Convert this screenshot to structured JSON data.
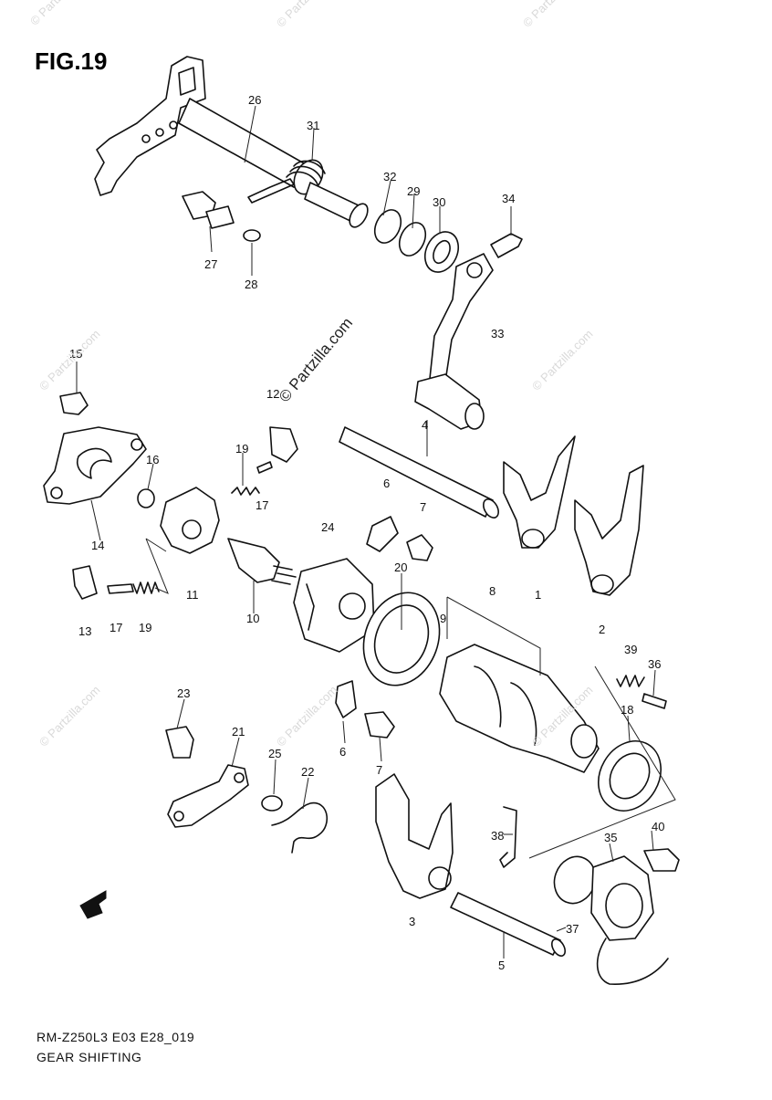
{
  "figure": {
    "title": "FIG.19",
    "code": "RM-Z250L3 E03 E28_019",
    "caption": "GEAR SHIFTING",
    "watermark": "© Partzilla.com",
    "fwd_label": "FWD"
  },
  "callouts": [
    {
      "id": "26",
      "label": "26"
    },
    {
      "id": "31",
      "label": "31"
    },
    {
      "id": "32",
      "label": "32"
    },
    {
      "id": "29",
      "label": "29"
    },
    {
      "id": "30",
      "label": "30"
    },
    {
      "id": "34",
      "label": "34"
    },
    {
      "id": "27",
      "label": "27"
    },
    {
      "id": "28",
      "label": "28"
    },
    {
      "id": "33",
      "label": "33"
    },
    {
      "id": "12",
      "label": "12"
    },
    {
      "id": "15",
      "label": "15"
    },
    {
      "id": "4",
      "label": "4"
    },
    {
      "id": "16",
      "label": "16"
    },
    {
      "id": "19a",
      "label": "19"
    },
    {
      "id": "17a",
      "label": "17"
    },
    {
      "id": "6a",
      "label": "6"
    },
    {
      "id": "7a",
      "label": "7"
    },
    {
      "id": "14",
      "label": "14"
    },
    {
      "id": "24",
      "label": "24"
    },
    {
      "id": "11",
      "label": "11"
    },
    {
      "id": "8",
      "label": "8"
    },
    {
      "id": "1",
      "label": "1"
    },
    {
      "id": "20",
      "label": "20"
    },
    {
      "id": "9",
      "label": "9"
    },
    {
      "id": "13",
      "label": "13"
    },
    {
      "id": "17b",
      "label": "17"
    },
    {
      "id": "19b",
      "label": "19"
    },
    {
      "id": "10",
      "label": "10"
    },
    {
      "id": "2",
      "label": "2"
    },
    {
      "id": "39",
      "label": "39"
    },
    {
      "id": "36",
      "label": "36"
    },
    {
      "id": "23a",
      "label": "23"
    },
    {
      "id": "18",
      "label": "18"
    },
    {
      "id": "21",
      "label": "21"
    },
    {
      "id": "6b",
      "label": "6"
    },
    {
      "id": "25",
      "label": "25"
    },
    {
      "id": "22",
      "label": "22"
    },
    {
      "id": "7b",
      "label": "7"
    },
    {
      "id": "38",
      "label": "38"
    },
    {
      "id": "35",
      "label": "35"
    },
    {
      "id": "40",
      "label": "40"
    },
    {
      "id": "3",
      "label": "3"
    },
    {
      "id": "37",
      "label": "37"
    },
    {
      "id": "5",
      "label": "5"
    }
  ]
}
